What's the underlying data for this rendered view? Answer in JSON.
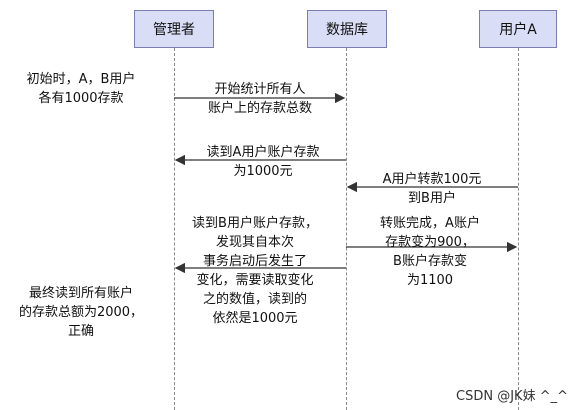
{
  "actors": {
    "manager": "管理者",
    "database": "数据库",
    "user_a": "用户A"
  },
  "notes": {
    "initial": "初始时，A，B用户\n各有1000存款",
    "start_stat": "开始统计所有人\n账户上的存款总数",
    "read_a": "读到A用户账户存款\n为1000元",
    "transfer": "A用户转款100元\n到B用户",
    "read_b": "读到B用户账户存款，\n发现其自本次\n事务启动后发生了\n变化，需要读取变化\n之的数值，读到的\n依然是1000元",
    "transfer_done": "转账完成，A账户\n存款变为900，\nB账户存款变\n为1100",
    "final": "最终读到所有账户\n的存款总额为2000，\n正确"
  },
  "watermark": "CSDN @JK妹  ^_^",
  "colors": {
    "actor_fill": "#d9ddf6",
    "actor_border": "#7a7fb0",
    "lifeline": "#888888",
    "arrow": "#333333"
  }
}
